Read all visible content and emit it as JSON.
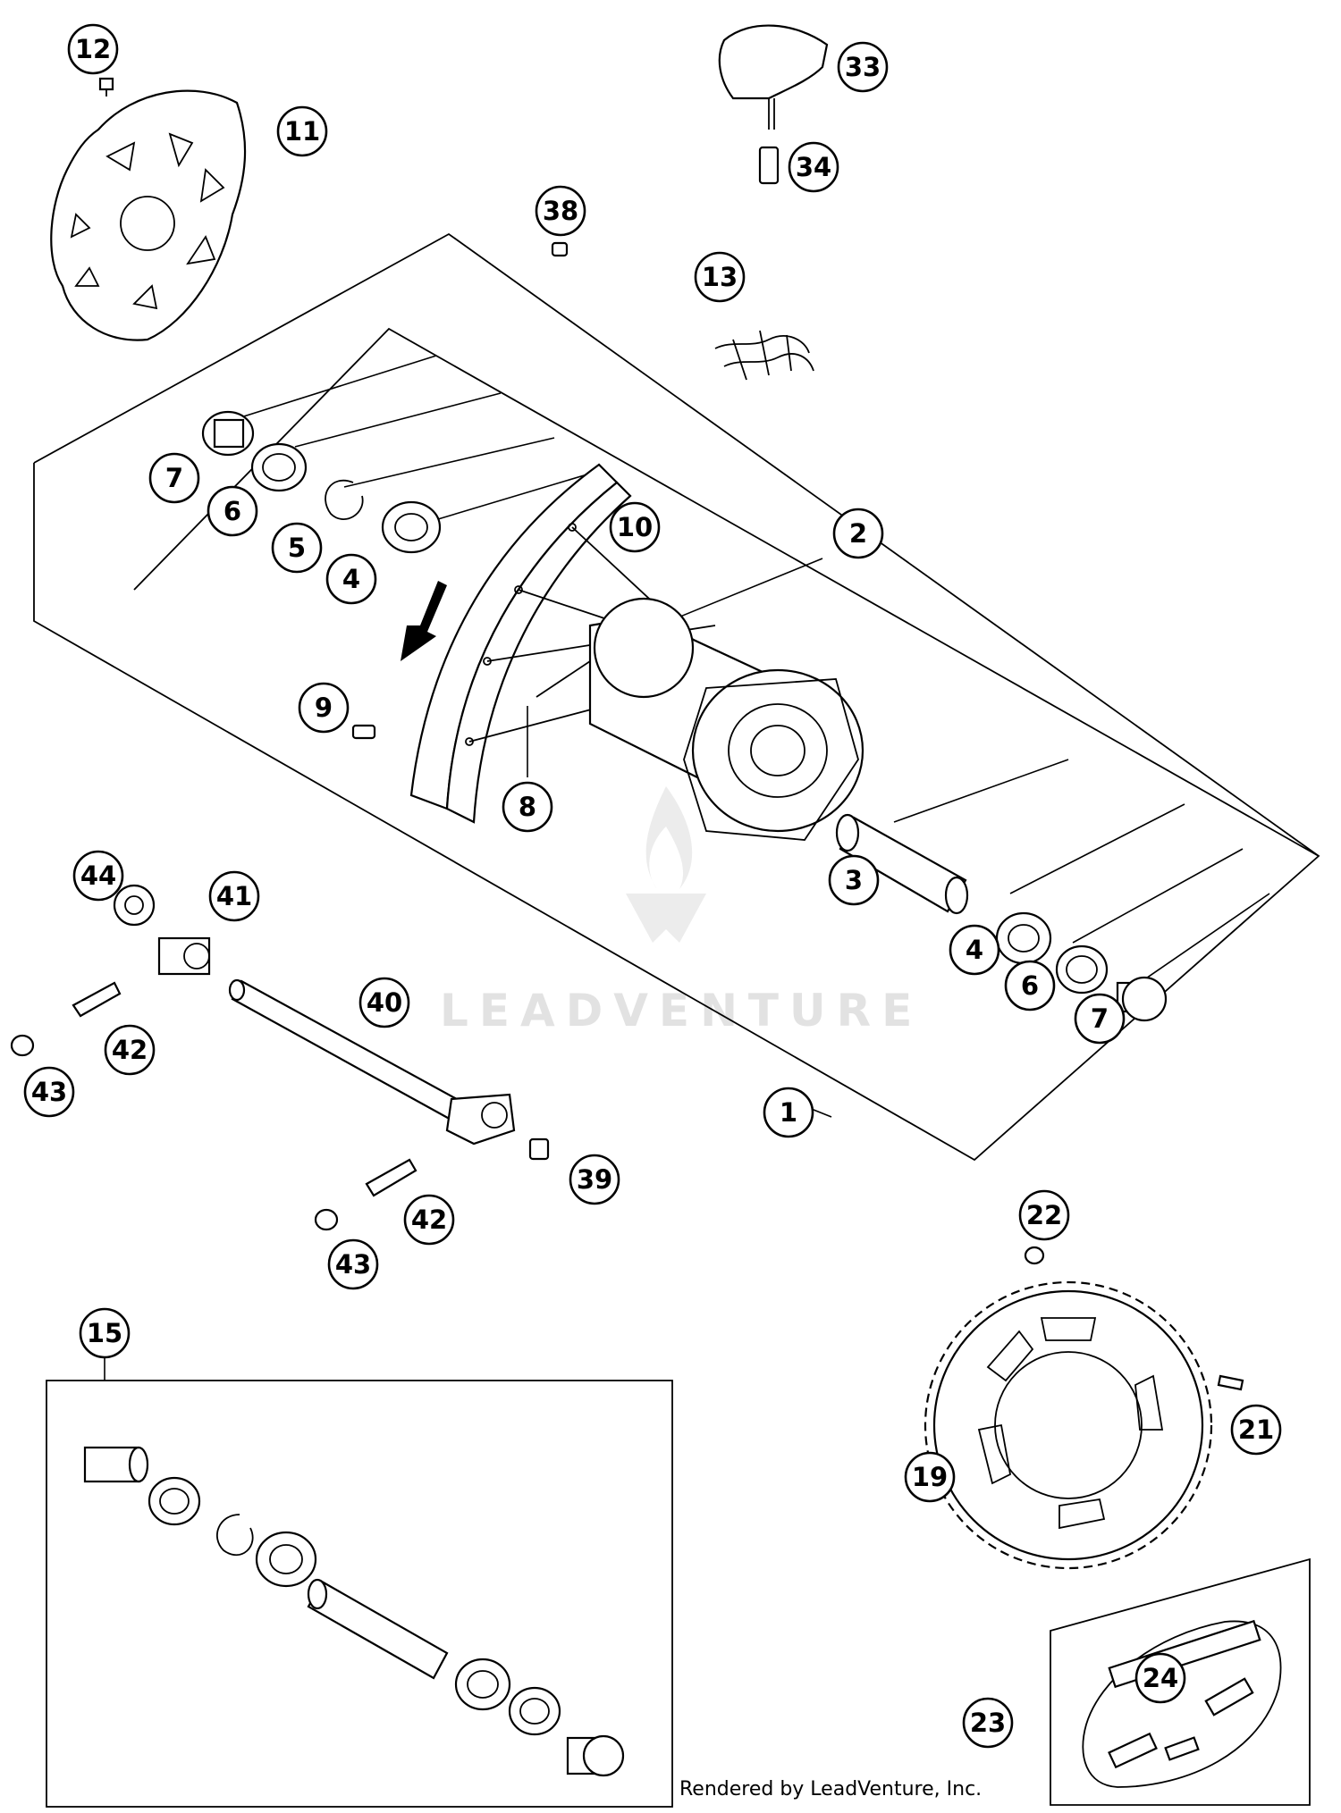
{
  "watermark": "LEADVENTURE",
  "credit": "Rendered by LeadVenture, Inc.",
  "callouts": {
    "c1": "1",
    "c2": "2",
    "c3": "3",
    "c4a": "4",
    "c4b": "4",
    "c5": "5",
    "c6a": "6",
    "c6b": "6",
    "c7a": "7",
    "c7b": "7",
    "c8": "8",
    "c9": "9",
    "c10": "10",
    "c11": "11",
    "c12": "12",
    "c13": "13",
    "c15": "15",
    "c19": "19",
    "c21": "21",
    "c22": "22",
    "c23": "23",
    "c24": "24",
    "c33": "33",
    "c34": "34",
    "c38": "38",
    "c39": "39",
    "c40": "40",
    "c41": "41",
    "c42a": "42",
    "c42b": "42",
    "c43a": "43",
    "c43b": "43",
    "c44": "44"
  }
}
